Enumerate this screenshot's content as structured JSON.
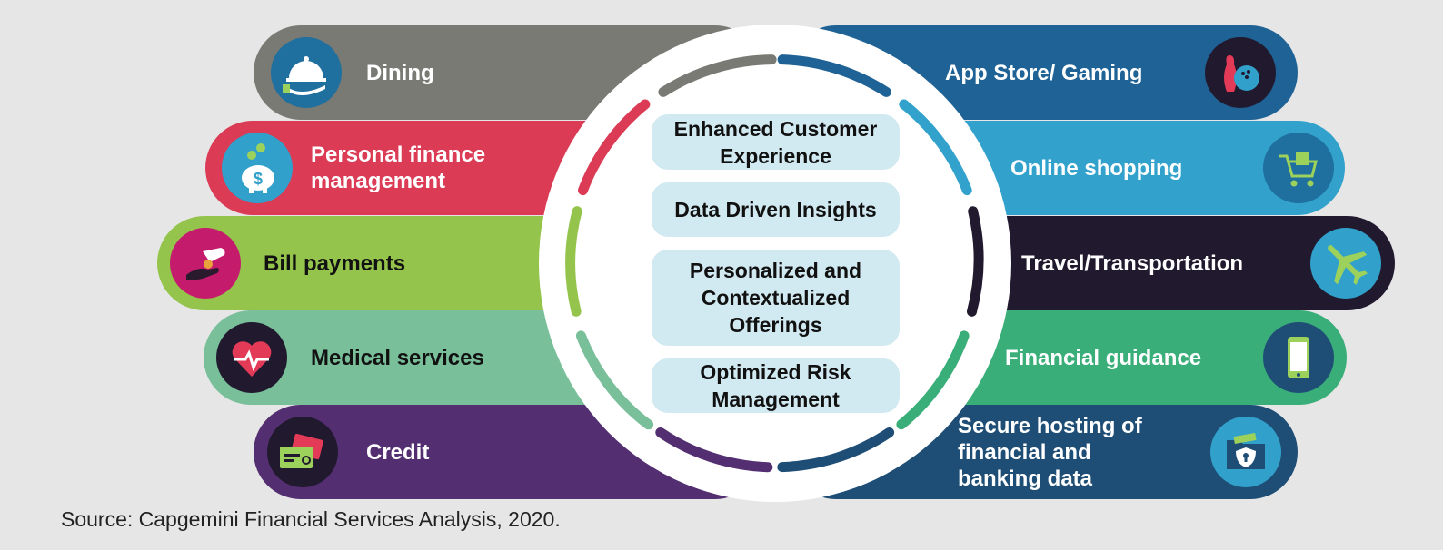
{
  "left_items": [
    {
      "label": "Dining",
      "icon": "dining-cloche-icon",
      "color": "#7a7a74",
      "text_color": "#ffffff"
    },
    {
      "label": "Personal finance management",
      "icon": "piggy-bank-icon",
      "color": "#db3b55",
      "text_color": "#ffffff"
    },
    {
      "label": "Bill payments",
      "icon": "hand-payment-icon",
      "color": "#94c44b",
      "text_color": "#111111"
    },
    {
      "label": "Medical services",
      "icon": "heart-pulse-icon",
      "color": "#78bf9a",
      "text_color": "#111111"
    },
    {
      "label": "Credit",
      "icon": "credit-card-icon",
      "color": "#532f72",
      "text_color": "#ffffff"
    }
  ],
  "right_items": [
    {
      "label": "App Store/ Gaming",
      "icon": "bowling-icon",
      "color": "#1f6295",
      "text_color": "#ffffff"
    },
    {
      "label": "Online shopping",
      "icon": "shopping-cart-icon",
      "color": "#32a2cc",
      "text_color": "#ffffff"
    },
    {
      "label": "Travel/Transportation",
      "icon": "airplane-icon",
      "color": "#211a2f",
      "text_color": "#ffffff"
    },
    {
      "label": "Financial guidance",
      "icon": "smartphone-icon",
      "color": "#3aae78",
      "text_color": "#ffffff"
    },
    {
      "label": "Secure hosting of financial and banking data",
      "icon": "secure-folder-icon",
      "color": "#1e4e75",
      "text_color": "#ffffff"
    }
  ],
  "center_boxes": [
    "Enhanced Customer Experience",
    "Data Driven Insights",
    "Personalized and Contextualized Offerings",
    "Optimized Risk Management"
  ],
  "source": "Source: Capgemini Financial Services Analysis, 2020."
}
